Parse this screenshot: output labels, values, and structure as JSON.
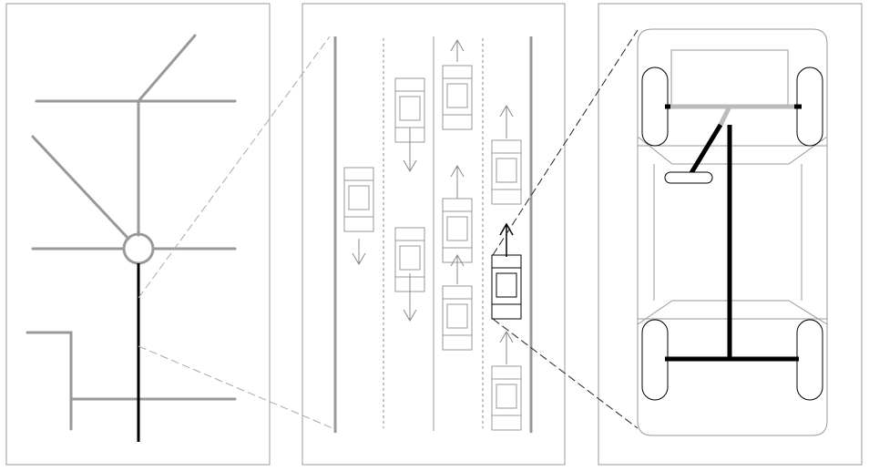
{
  "colors": {
    "background": "#ffffff",
    "panel_border": "#9a9a9a",
    "road_gray": "#999999",
    "highlight_black": "#000000",
    "car_outline": "#999999",
    "zoom_gray": "#aaaaaa",
    "zoom_black": "#222222",
    "axle_light": "#bbbbbb"
  },
  "panels": [
    {
      "name": "road-network-panel"
    },
    {
      "name": "traffic-lanes-panel"
    },
    {
      "name": "vehicle-chassis-panel"
    }
  ],
  "traffic": {
    "cars": [
      {
        "lane": 1,
        "direction": "down",
        "highlighted": false
      },
      {
        "lane": 2,
        "direction": "down",
        "highlighted": false
      },
      {
        "lane": 2,
        "direction": "down",
        "highlighted": false
      },
      {
        "lane": 3,
        "direction": "up",
        "highlighted": false
      },
      {
        "lane": 3,
        "direction": "up",
        "highlighted": false
      },
      {
        "lane": 3,
        "direction": "up",
        "highlighted": false
      },
      {
        "lane": 4,
        "direction": "up",
        "highlighted": false
      },
      {
        "lane": 4,
        "direction": "up",
        "highlighted": true
      },
      {
        "lane": 4,
        "direction": "up",
        "highlighted": false
      }
    ]
  },
  "icons": {
    "roundabout": "roundabout-icon",
    "car": "car-icon",
    "direction": "arrow-icon",
    "wheel": "wheel-icon",
    "steering": "steering-wheel-icon"
  }
}
